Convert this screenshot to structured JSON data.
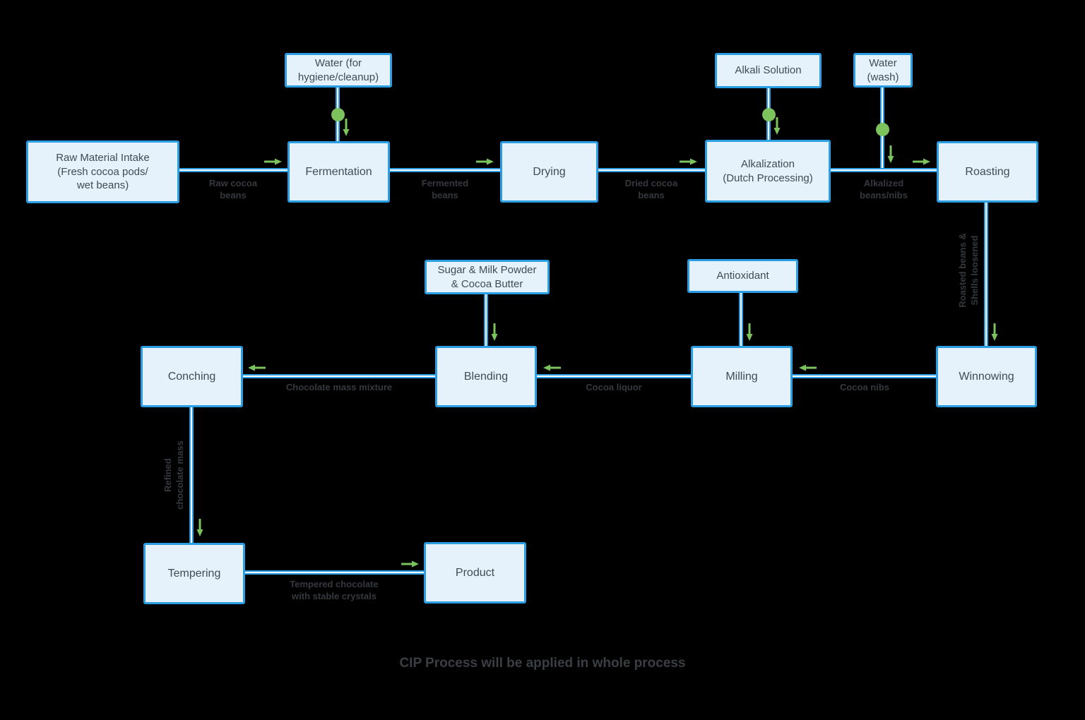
{
  "caption": "CIP Process will be applied in whole process",
  "colors": {
    "background": "#000000",
    "node_fill": "#e5f2fb",
    "node_border": "#2b9de3",
    "node_text": "#414b55",
    "edge_line": "#2b9de3",
    "edge_core": "#ffffff",
    "flow_green": "#7cc25d",
    "edge_label_text": "#35393d",
    "caption_text": "#3a3f43"
  },
  "nodes": {
    "raw_material": {
      "label": "Raw Material Intake\n(Fresh cocoa pods/\nwet beans)"
    },
    "fermentation": {
      "label": "Fermentation"
    },
    "drying": {
      "label": "Drying"
    },
    "alkalization": {
      "label": "Alkalization\n(Dutch Processing)"
    },
    "roasting": {
      "label": "Roasting"
    },
    "winnowing": {
      "label": "Winnowing"
    },
    "milling": {
      "label": "Milling"
    },
    "blending": {
      "label": "Blending"
    },
    "conching": {
      "label": "Conching"
    },
    "tempering": {
      "label": "Tempering"
    },
    "product": {
      "label": "Product"
    },
    "water_hygiene": {
      "label": "Water (for\nhygiene/cleanup)"
    },
    "alkali_solution": {
      "label": "Alkali Solution"
    },
    "water_wash": {
      "label": "Water\n(wash)"
    },
    "antioxidant": {
      "label": "Antioxidant"
    },
    "sugar_milk": {
      "label": "Sugar & Milk Powder\n& Cocoa Butter"
    }
  },
  "edge_labels": {
    "raw_cocoa_beans": "Raw cocoa\nbeans",
    "fermented_beans": "Fermented\nbeans",
    "dried_cocoa_beans": "Dried cocoa\nbeans",
    "alkalized_beans_nibs": "Alkalized\nbeans/nibs",
    "roasted_beans_shells": "Roasted beans &\nShells loosened",
    "cocoa_nibs": "Cocoa nibs",
    "cocoa_liquor": "Cocoa liquor",
    "chocolate_mass_mixture": "Chocolate mass mixture",
    "refined_chocolate_mass": "Refined\nchocolate mass",
    "tempered_chocolate": "Tempered chocolate\nwith stable crystals"
  }
}
